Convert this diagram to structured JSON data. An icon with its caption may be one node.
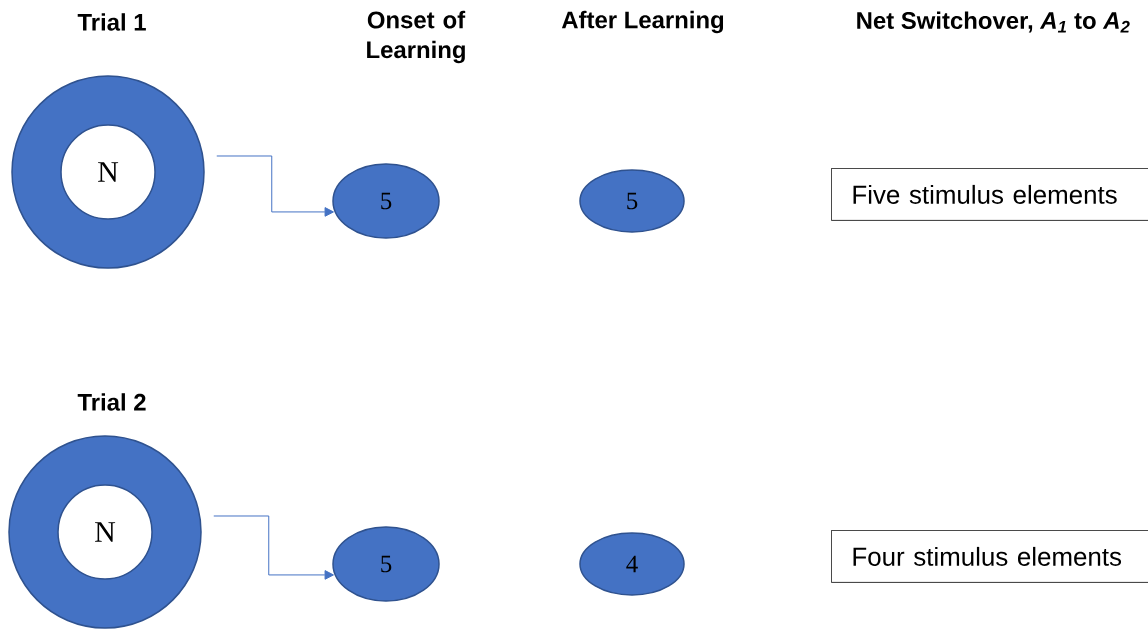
{
  "diagram": {
    "nodes": [
      {
        "text": [
          "N"
        ]
      },
      {
        "text": [
          "5"
        ]
      },
      {
        "text": [
          "5"
        ]
      },
      {
        "text": [
          "Five stimulus elements"
        ]
      },
      {
        "text": [
          "N"
        ]
      },
      {
        "text": [
          "5"
        ]
      },
      {
        "text": [
          "4"
        ]
      },
      {
        "text": [
          "Four stimulus elements"
        ]
      }
    ],
    "edges": [
      {
        "from": 0,
        "to": 1,
        "arrow": "to"
      },
      {
        "from": 4,
        "to": 5,
        "arrow": "to"
      }
    ],
    "labels": [
      "Trial 1",
      "Onset of Learning",
      "After Learning",
      "Net Switchover, *A$_{1}$* to *A$_{2}$*",
      "Trial 2"
    ]
  }
}
